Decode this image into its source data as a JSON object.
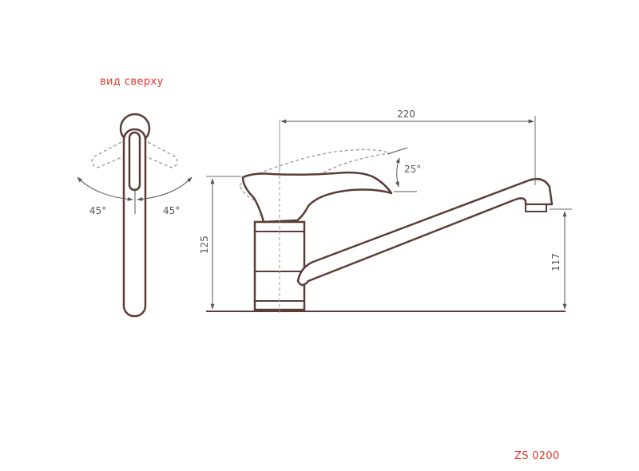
{
  "top_view": {
    "caption": "вид сверху",
    "angle_left": "45°",
    "angle_right": "45°"
  },
  "side_view": {
    "width_label": "220",
    "height_label": "125",
    "spout_height_label": "117",
    "lever_angle_label": "25°"
  },
  "model_code": "ZS 0200",
  "colors": {
    "outline": "#5a3e36",
    "dim_line": "#6b6b6b",
    "dashed": "#9a9a9a",
    "accent": "#e8352a"
  }
}
